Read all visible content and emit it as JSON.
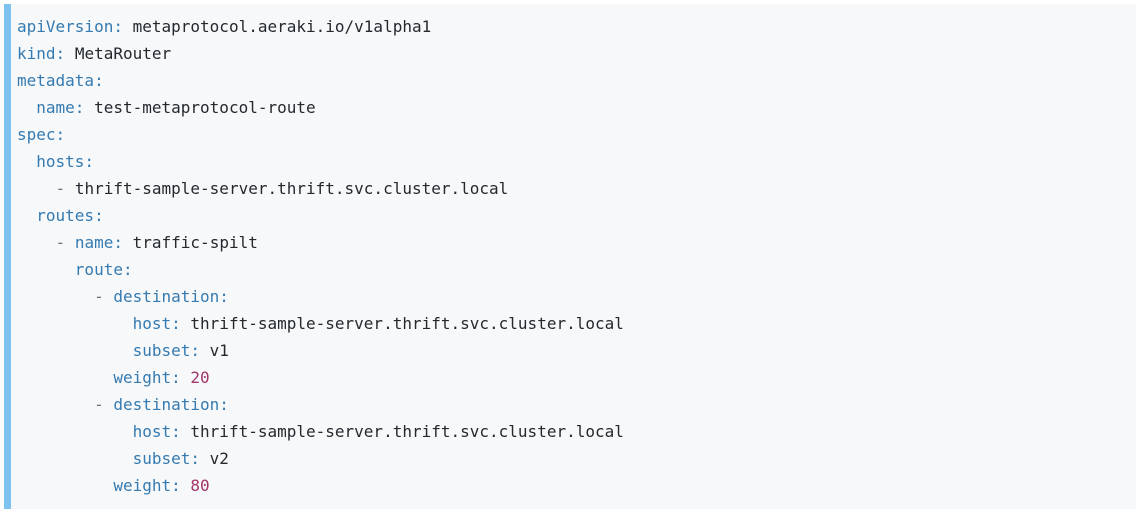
{
  "colors": {
    "page_background": "#ffffff",
    "code_background": "#f6f8fa",
    "accent_bar": "#7ec2ef",
    "key": "#357ab0",
    "value": "#24292e",
    "number": "#a3356b",
    "dash": "#6a737d"
  },
  "code_block": {
    "language": "yaml",
    "plain_text": "apiVersion: metaprotocol.aeraki.io/v1alpha1\nkind: MetaRouter\nmetadata:\n  name: test-metaprotocol-route\nspec:\n  hosts:\n    - thrift-sample-server.thrift.svc.cluster.local\n  routes:\n    - name: traffic-spilt\n      route:\n        - destination:\n            host: thrift-sample-server.thrift.svc.cluster.local\n            subset: v1\n          weight: 20\n        - destination:\n            host: thrift-sample-server.thrift.svc.cluster.local\n            subset: v2\n          weight: 80",
    "lines": [
      [
        [
          "key",
          "apiVersion:"
        ],
        [
          "plain",
          " "
        ],
        [
          "val",
          "metaprotocol.aeraki.io/v1alpha1"
        ]
      ],
      [
        [
          "key",
          "kind:"
        ],
        [
          "plain",
          " "
        ],
        [
          "val",
          "MetaRouter"
        ]
      ],
      [
        [
          "key",
          "metadata:"
        ]
      ],
      [
        [
          "plain",
          "  "
        ],
        [
          "key",
          "name:"
        ],
        [
          "plain",
          " "
        ],
        [
          "val",
          "test-metaprotocol-route"
        ]
      ],
      [
        [
          "key",
          "spec:"
        ]
      ],
      [
        [
          "plain",
          "  "
        ],
        [
          "key",
          "hosts:"
        ]
      ],
      [
        [
          "plain",
          "    "
        ],
        [
          "dash",
          "-"
        ],
        [
          "plain",
          " "
        ],
        [
          "val",
          "thrift-sample-server.thrift.svc.cluster.local"
        ]
      ],
      [
        [
          "plain",
          "  "
        ],
        [
          "key",
          "routes:"
        ]
      ],
      [
        [
          "plain",
          "    "
        ],
        [
          "dash",
          "-"
        ],
        [
          "plain",
          " "
        ],
        [
          "key",
          "name:"
        ],
        [
          "plain",
          " "
        ],
        [
          "val",
          "traffic-spilt"
        ]
      ],
      [
        [
          "plain",
          "      "
        ],
        [
          "key",
          "route:"
        ]
      ],
      [
        [
          "plain",
          "        "
        ],
        [
          "dash",
          "-"
        ],
        [
          "plain",
          " "
        ],
        [
          "key",
          "destination:"
        ]
      ],
      [
        [
          "plain",
          "            "
        ],
        [
          "key",
          "host:"
        ],
        [
          "plain",
          " "
        ],
        [
          "val",
          "thrift-sample-server.thrift.svc.cluster.local"
        ]
      ],
      [
        [
          "plain",
          "            "
        ],
        [
          "key",
          "subset:"
        ],
        [
          "plain",
          " "
        ],
        [
          "val",
          "v1"
        ]
      ],
      [
        [
          "plain",
          "          "
        ],
        [
          "key",
          "weight:"
        ],
        [
          "plain",
          " "
        ],
        [
          "num",
          "20"
        ]
      ],
      [
        [
          "plain",
          "        "
        ],
        [
          "dash",
          "-"
        ],
        [
          "plain",
          " "
        ],
        [
          "key",
          "destination:"
        ]
      ],
      [
        [
          "plain",
          "            "
        ],
        [
          "key",
          "host:"
        ],
        [
          "plain",
          " "
        ],
        [
          "val",
          "thrift-sample-server.thrift.svc.cluster.local"
        ]
      ],
      [
        [
          "plain",
          "            "
        ],
        [
          "key",
          "subset:"
        ],
        [
          "plain",
          " "
        ],
        [
          "val",
          "v2"
        ]
      ],
      [
        [
          "plain",
          "          "
        ],
        [
          "key",
          "weight:"
        ],
        [
          "plain",
          " "
        ],
        [
          "num",
          "80"
        ]
      ]
    ]
  }
}
